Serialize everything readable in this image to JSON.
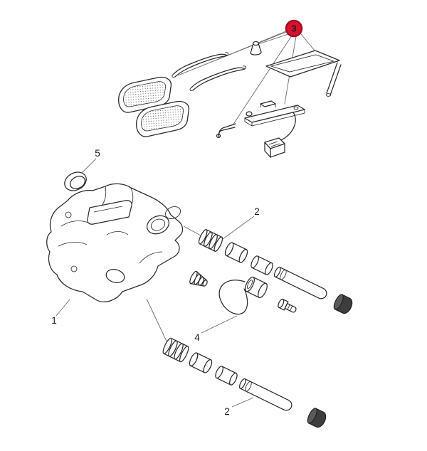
{
  "page": {
    "background_color": "#ffffff"
  },
  "diagram": {
    "type": "exploded-parts-diagram",
    "subject": "brake-caliper-assembly",
    "line_color": "#2b2b2b",
    "leader_color": "#6a6a6a",
    "highlight": {
      "fill": "#d8112e",
      "ring": "#a50d22",
      "text_color": "#ffffff"
    },
    "callouts": {
      "c3": {
        "label": "3",
        "highlighted": true
      },
      "c5": {
        "label": "5",
        "highlighted": false
      },
      "c1": {
        "label": "1",
        "highlighted": false
      },
      "c2_upper": {
        "label": "2",
        "highlighted": false
      },
      "c4": {
        "label": "4",
        "highlighted": false
      },
      "c2_lower": {
        "label": "2",
        "highlighted": false
      }
    }
  }
}
